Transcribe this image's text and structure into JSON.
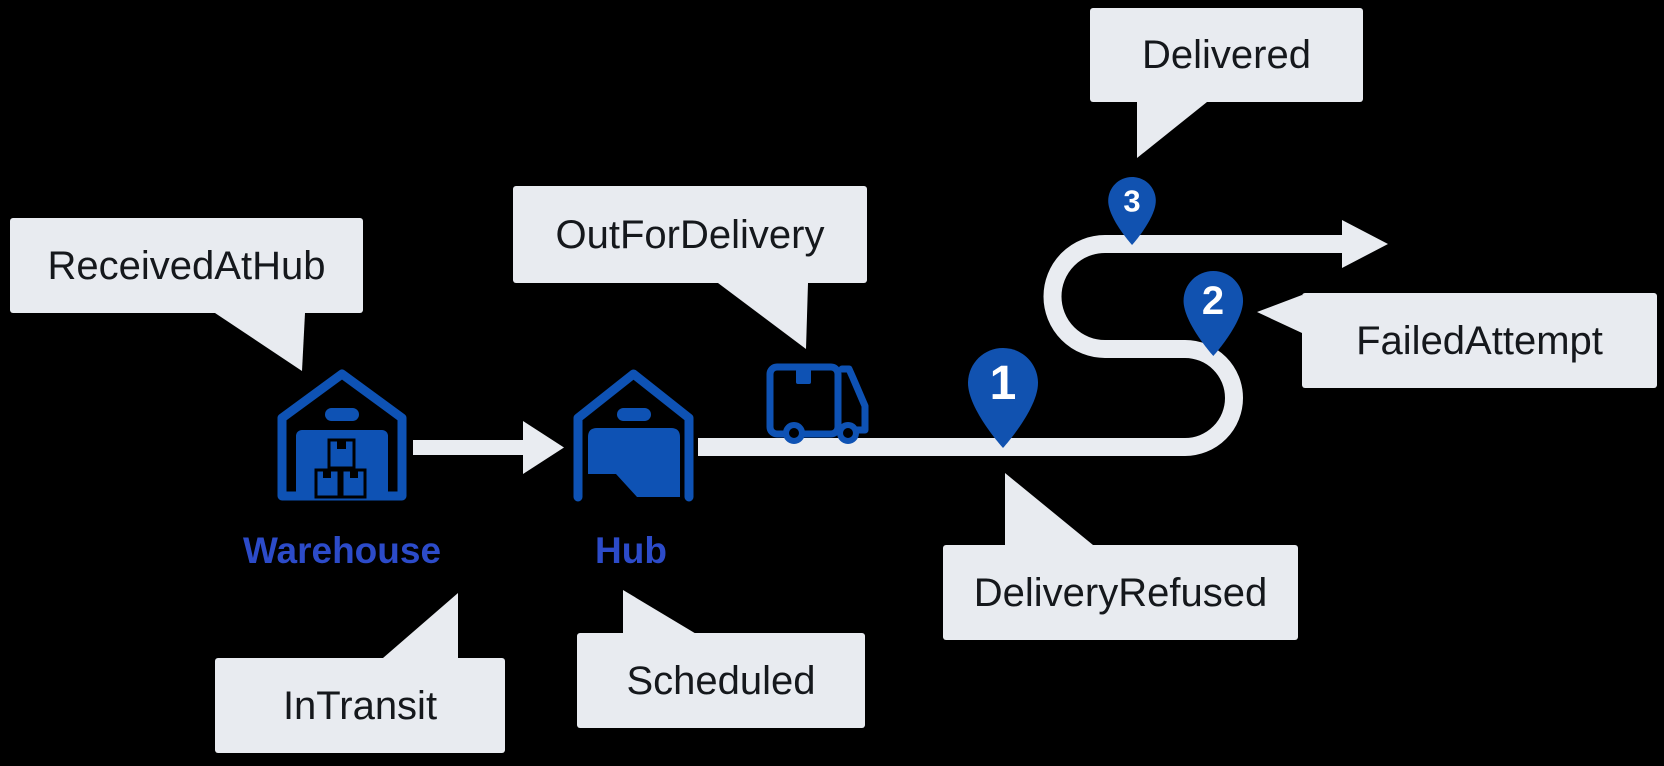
{
  "colors": {
    "background": "#000000",
    "icon_blue": "#0e52b4",
    "pin_blue": "#1152b0",
    "label_blue": "#2c4bc9",
    "track_gray": "#e9ecf1",
    "callout_bg": "#e8ebf0",
    "callout_text": "#15181c",
    "pin_number": "#ffffff"
  },
  "nodes": {
    "warehouse": {
      "label": "Warehouse"
    },
    "hub": {
      "label": "Hub"
    }
  },
  "icons": {
    "warehouse": "warehouse-building-icon",
    "hub": "hub-garage-icon",
    "truck": "delivery-truck-icon",
    "pin": "map-pin-icon",
    "arrow": "right-arrow-icon"
  },
  "callouts": {
    "received_at_hub": {
      "label": "ReceivedAtHub",
      "points_to": "warehouse"
    },
    "in_transit": {
      "label": "InTransit",
      "points_to": "warehouse"
    },
    "scheduled": {
      "label": "Scheduled",
      "points_to": "hub"
    },
    "out_for_delivery": {
      "label": "OutForDelivery",
      "points_to": "truck"
    },
    "delivery_refused": {
      "label": "DeliveryRefused",
      "points_to": "pin-1"
    },
    "failed_attempt": {
      "label": "FailedAttempt",
      "points_to": "pin-2"
    },
    "delivered": {
      "label": "Delivered",
      "points_to": "pin-3"
    }
  },
  "pins": [
    {
      "number": "1"
    },
    {
      "number": "2"
    },
    {
      "number": "3"
    }
  ]
}
